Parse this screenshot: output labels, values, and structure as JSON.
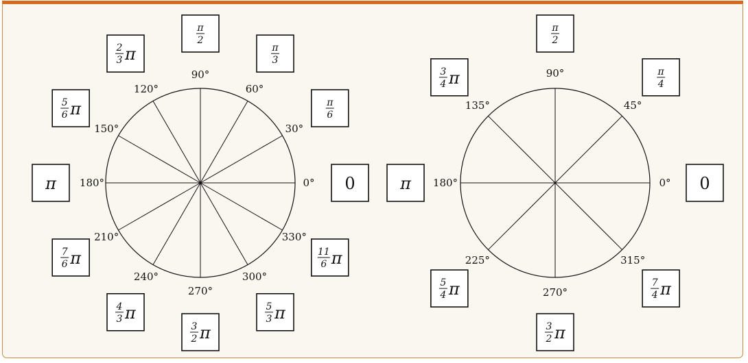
{
  "colors": {
    "frame_top": "#d9681f",
    "frame_border": "#c98a45",
    "background": "#faf6f0",
    "ink": "#111111"
  },
  "wheels": [
    {
      "spokes_deg": [
        0,
        30,
        60,
        90,
        120,
        150,
        180,
        210,
        240,
        270,
        300,
        330
      ],
      "labels": [
        {
          "angle": 0,
          "degree": "0°",
          "radian": {
            "value": "0"
          }
        },
        {
          "angle": 30,
          "degree": "30°",
          "radian": {
            "num": "π",
            "den": "6"
          }
        },
        {
          "angle": 60,
          "degree": "60°",
          "radian": {
            "num": "π",
            "den": "3"
          }
        },
        {
          "angle": 90,
          "degree": "90°",
          "radian": {
            "num": "π",
            "den": "2"
          }
        },
        {
          "angle": 120,
          "degree": "120°",
          "radian": {
            "num": "2",
            "den": "3",
            "suffix": "π"
          }
        },
        {
          "angle": 150,
          "degree": "150°",
          "radian": {
            "num": "5",
            "den": "6",
            "suffix": "π"
          }
        },
        {
          "angle": 180,
          "degree": "180°",
          "radian": {
            "value": "π"
          }
        },
        {
          "angle": 210,
          "degree": "210°",
          "radian": {
            "num": "7",
            "den": "6",
            "suffix": "π"
          }
        },
        {
          "angle": 240,
          "degree": "240°",
          "radian": {
            "num": "4",
            "den": "3",
            "suffix": "π"
          }
        },
        {
          "angle": 270,
          "degree": "270°",
          "radian": {
            "num": "3",
            "den": "2",
            "suffix": "π"
          }
        },
        {
          "angle": 300,
          "degree": "300°",
          "radian": {
            "num": "5",
            "den": "3",
            "suffix": "π"
          }
        },
        {
          "angle": 330,
          "degree": "330°",
          "radian": {
            "num": "11",
            "den": "6",
            "suffix": "π"
          }
        }
      ]
    },
    {
      "spokes_deg": [
        0,
        45,
        90,
        135,
        180,
        225,
        270,
        315
      ],
      "labels": [
        {
          "angle": 0,
          "degree": "0°",
          "radian": {
            "value": "0"
          }
        },
        {
          "angle": 45,
          "degree": "45°",
          "radian": {
            "num": "π",
            "den": "4"
          }
        },
        {
          "angle": 90,
          "degree": "90°",
          "radian": {
            "num": "π",
            "den": "2"
          }
        },
        {
          "angle": 135,
          "degree": "135°",
          "radian": {
            "num": "3",
            "den": "4",
            "suffix": "π"
          }
        },
        {
          "angle": 180,
          "degree": "180°",
          "radian": {
            "value": "π"
          }
        },
        {
          "angle": 225,
          "degree": "225°",
          "radian": {
            "num": "5",
            "den": "4",
            "suffix": "π"
          }
        },
        {
          "angle": 270,
          "degree": "270°",
          "radian": {
            "num": "3",
            "den": "2",
            "suffix": "π"
          }
        },
        {
          "angle": 315,
          "degree": "315°",
          "radian": {
            "num": "7",
            "den": "4",
            "suffix": "π"
          }
        }
      ]
    }
  ]
}
